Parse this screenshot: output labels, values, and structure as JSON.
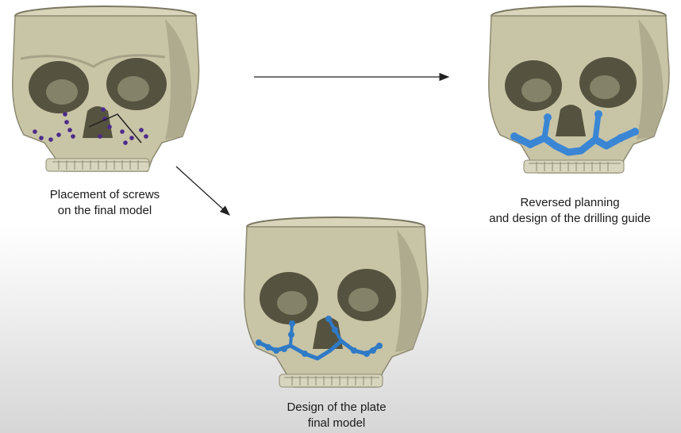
{
  "panels": [
    {
      "id": "screws",
      "caption": [
        "Placement of screws",
        "on the final model"
      ],
      "overlay": "screws"
    },
    {
      "id": "guide",
      "caption": [
        "Reversed planning",
        "and design of the drilling guide"
      ],
      "overlay": "guide"
    },
    {
      "id": "plate",
      "caption": [
        "Design of the plate",
        "final model"
      ],
      "overlay": "plate"
    }
  ],
  "colors": {
    "bone": "#c8c4a6",
    "bone_dark": "#8d8a72",
    "cavity": "#55533f",
    "screw": "#4b2a8a",
    "guide": "#3a86d4",
    "plate": "#2f7ac6",
    "arrow": "#222222"
  }
}
